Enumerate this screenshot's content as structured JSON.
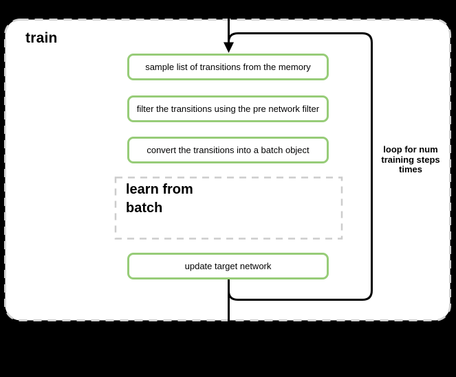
{
  "diagram": {
    "title": "train",
    "steps": [
      {
        "label": "sample list of transitions from the memory"
      },
      {
        "label": "filter the transitions using the pre network filter"
      },
      {
        "label": "convert the transitions into a batch object"
      }
    ],
    "sub_process_label": "learn from\nbatch",
    "final_step_label": "update target network",
    "loop_label": "loop for num\ntraining steps\ntimes",
    "colors": {
      "step_border_green": "#97cc78",
      "container_dash_gray": "#d4d4d4",
      "sub_process_dash_gray": "#cccccc",
      "flow_stroke_black": "#000000",
      "canvas_fill": "#ffffff",
      "page_background": "#000000"
    }
  }
}
